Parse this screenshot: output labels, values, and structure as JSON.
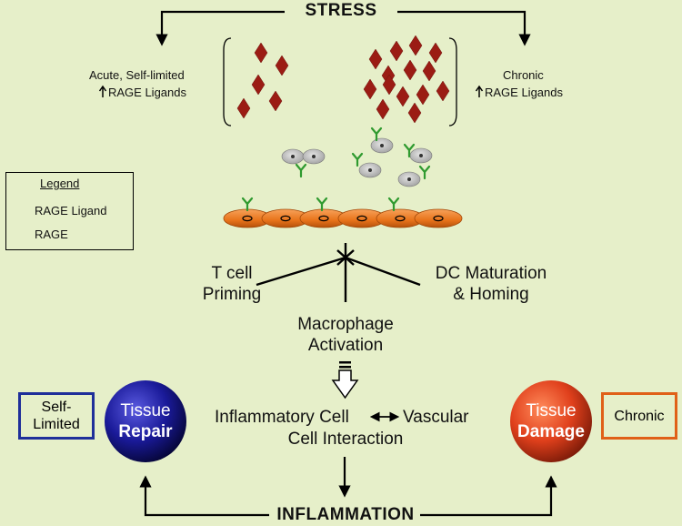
{
  "stress": "STRESS",
  "inflammation": "INFLAMMATION",
  "acute": {
    "line1": "Acute, Self-limited",
    "line2": "RAGE Ligands"
  },
  "chronic": {
    "line1": "Chronic",
    "line2": "RAGE Ligands"
  },
  "legend": {
    "title": "Legend",
    "ligand": "RAGE Ligand",
    "rage": "RAGE"
  },
  "outcomes": {
    "t_cell": {
      "line1": "T cell",
      "line2": "Priming"
    },
    "dc": {
      "line1": "DC Maturation",
      "line2": "& Homing"
    },
    "macrophage": {
      "line1": "Macrophage",
      "line2": "Activation"
    }
  },
  "interaction": {
    "left": "Inflammatory Cell",
    "right": "Vascular",
    "line2": "Cell Interaction"
  },
  "repair": {
    "word1": "Tissue",
    "word2": "Repair"
  },
  "damage": {
    "word1": "Tissue",
    "word2": "Damage"
  },
  "self_limited": {
    "line1": "Self-",
    "line2": "Limited"
  },
  "chronic_box": "Chronic",
  "colors": {
    "background": "#e6efc9",
    "ligand": "#9b1c14",
    "receptor": "#2f9a2f",
    "endothelium": "#e8731a",
    "repair_sphere": "#1a1a99",
    "damage_sphere": "#e0401c",
    "self_limited_border": "#1f2f9a",
    "chronic_border": "#e06018"
  }
}
